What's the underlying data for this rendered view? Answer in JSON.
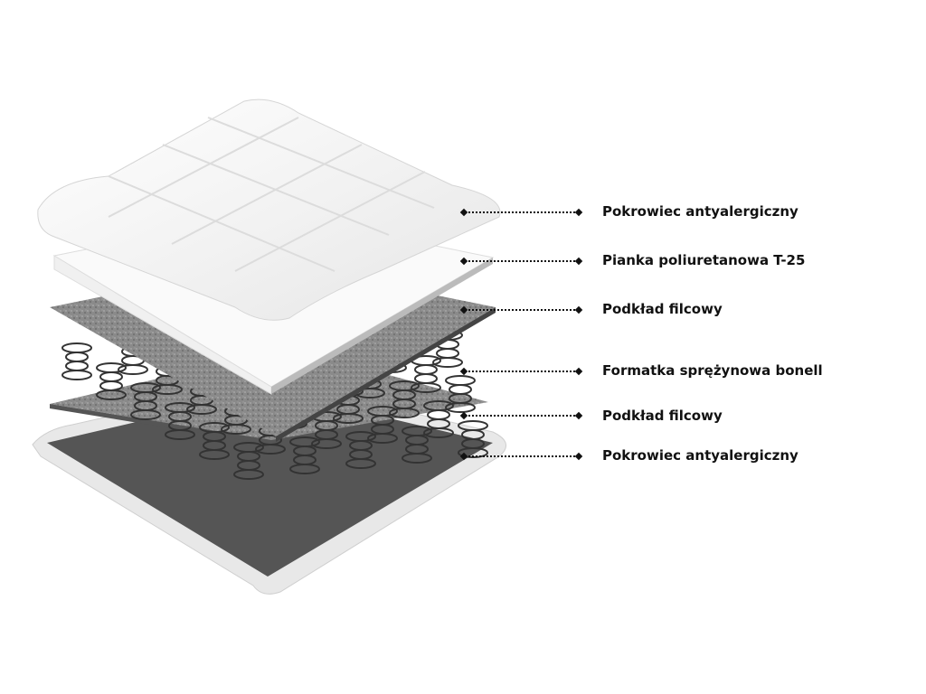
{
  "layers": [
    {
      "label": "Pokrowiec antyalergiczny"
    },
    {
      "label": "Pianka poliuretanowa T-25"
    },
    {
      "label": "Podkład filcowy"
    },
    {
      "label": "Formatka sprężynowa bonell"
    },
    {
      "label": "Podkład filcowy"
    },
    {
      "label": "Pokrowiec antyalergiczny"
    }
  ]
}
